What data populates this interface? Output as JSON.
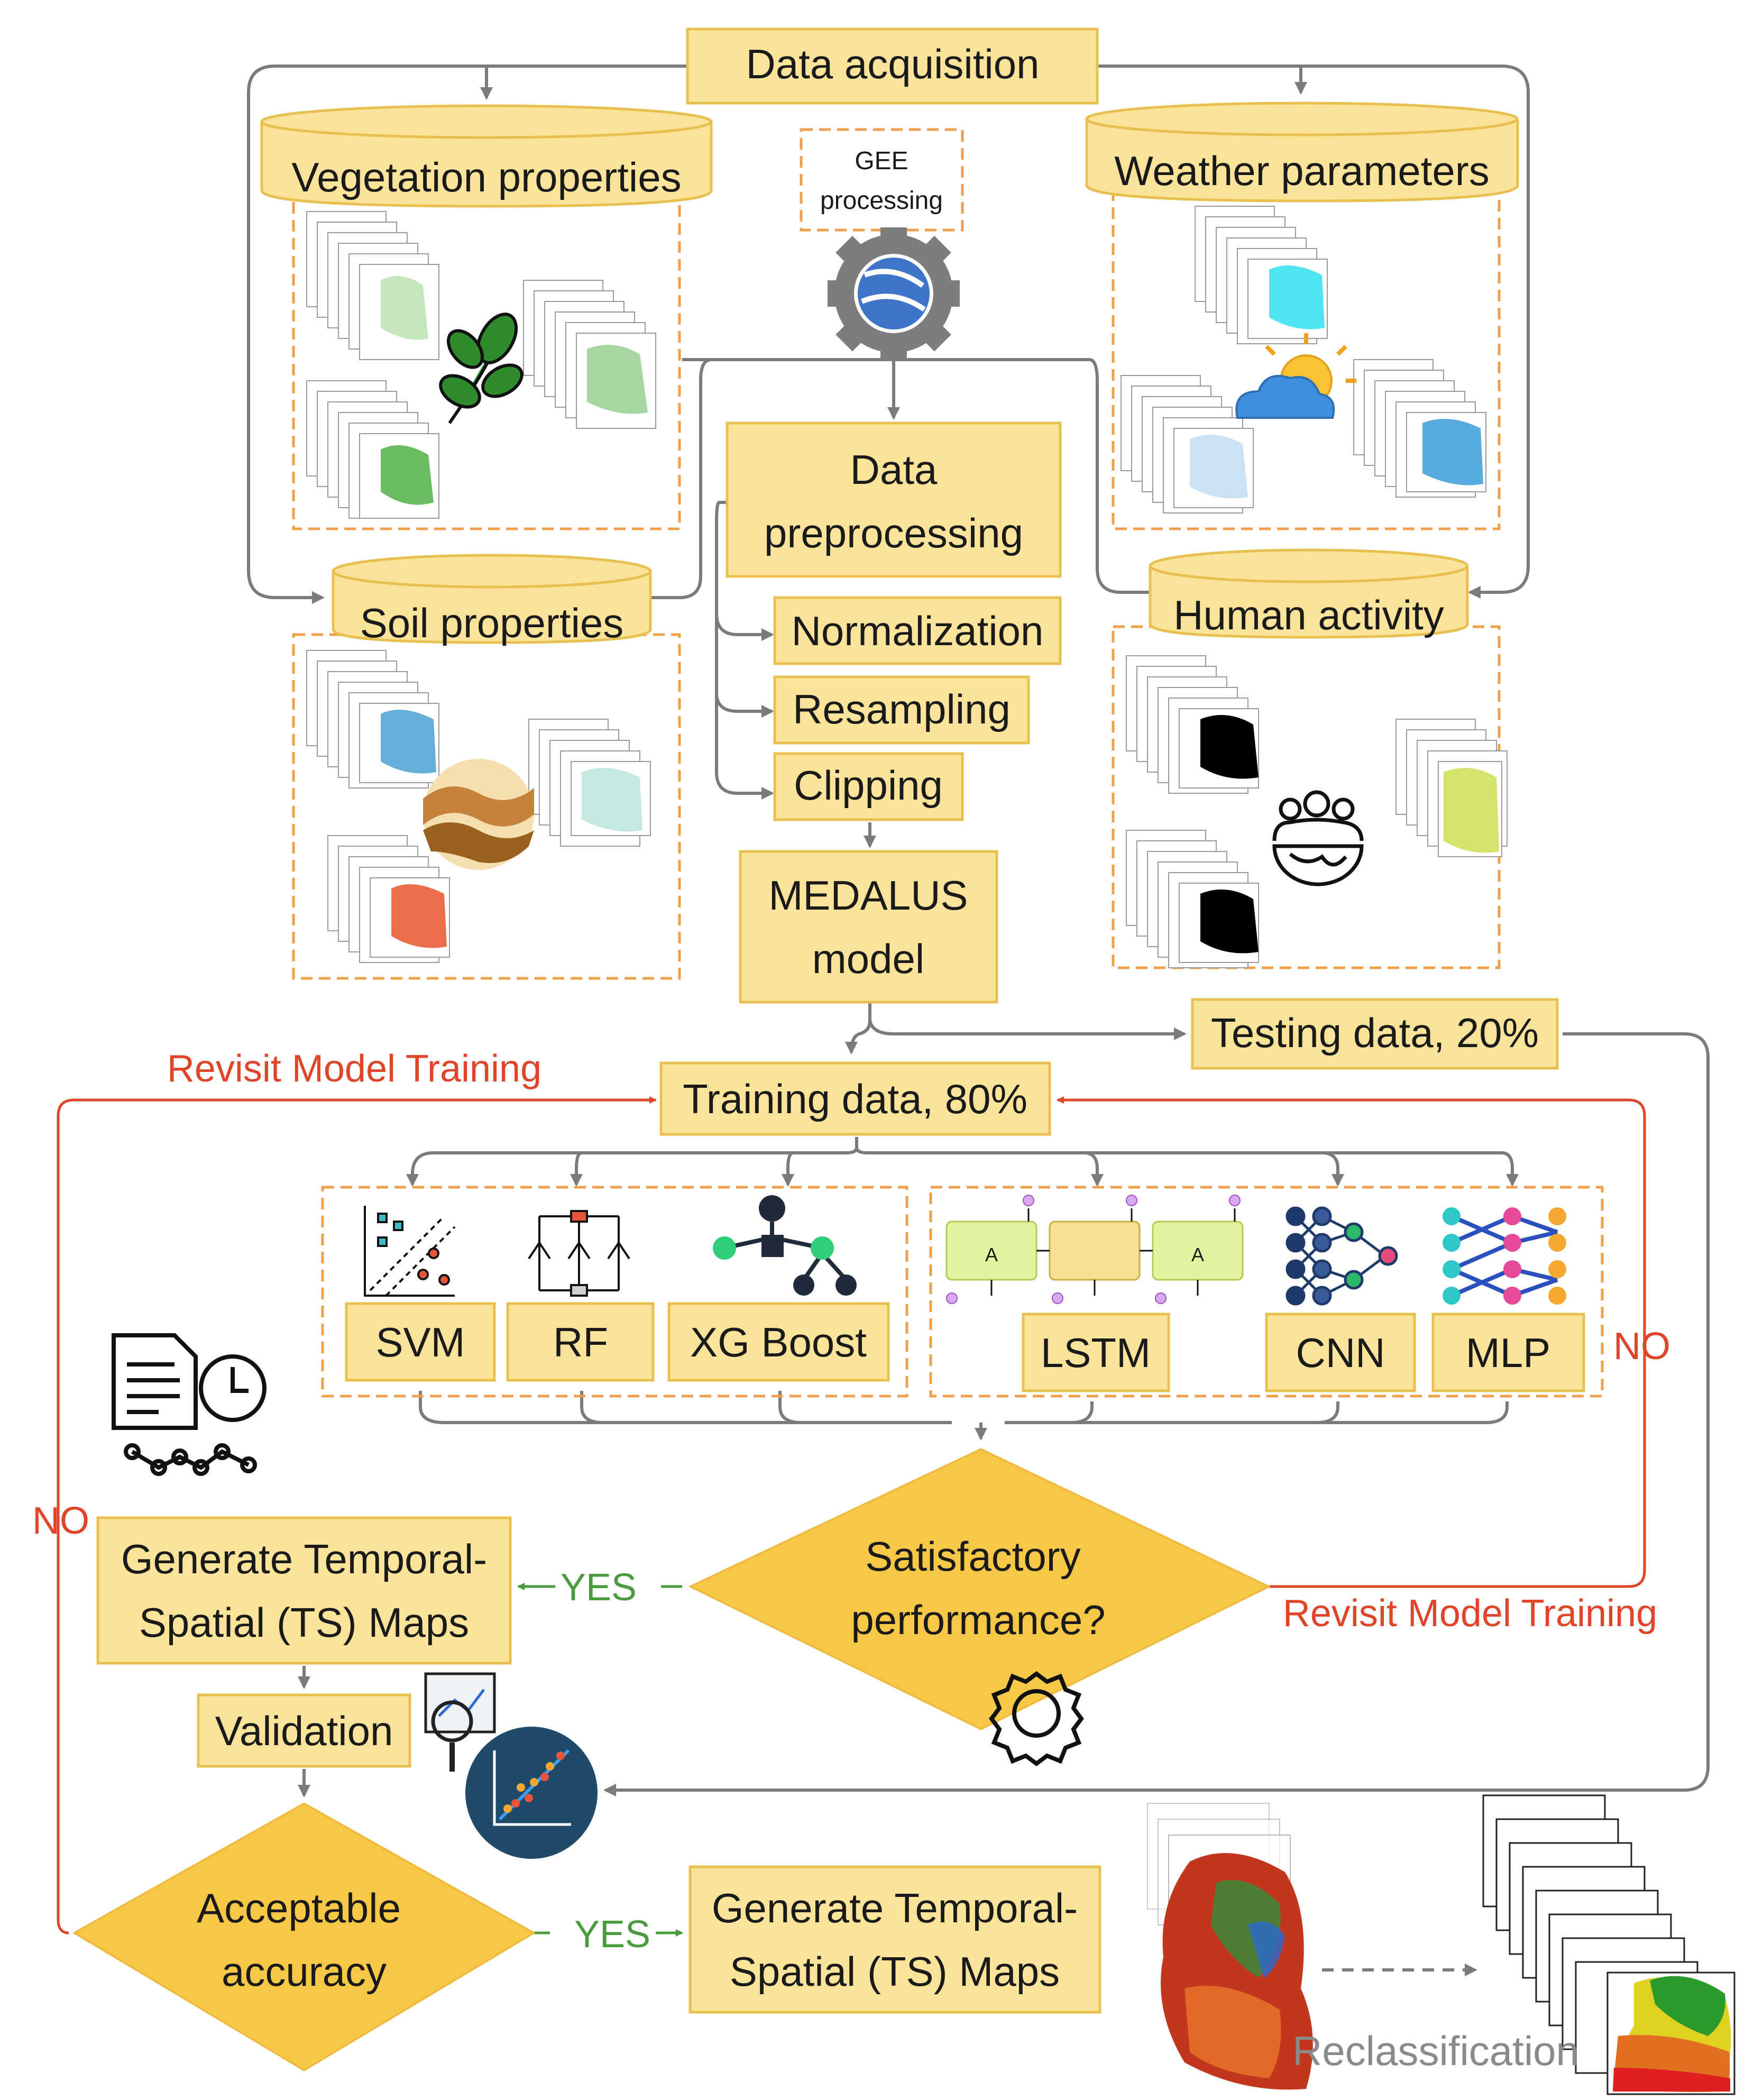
{
  "flow": {
    "data_acquisition": "Data acquisition",
    "vegetation": "Vegetation properties",
    "weather": "Weather parameters",
    "soil": "Soil properties",
    "human": "Human activity",
    "gee_line1": "GEE",
    "gee_line2": "processing",
    "preprocess_line1": "Data",
    "preprocess_line2": "preprocessing",
    "normalization": "Normalization",
    "resampling": "Resampling",
    "clipping": "Clipping",
    "medalus_line1": "MEDALUS",
    "medalus_line2": "model",
    "testing": "Testing data, 20%",
    "training": "Training data, 80%",
    "revisit_top": "Revisit Model Training",
    "revisit_bottom": "Revisit Model Training",
    "no_right": "NO",
    "no_left": "NO",
    "models": [
      "SVM",
      "RF",
      "XG Boost",
      "LSTM",
      "CNN",
      "MLP"
    ],
    "satisfactory_line1": "Satisfactory",
    "satisfactory_line2": "performance?",
    "yes1": "YES",
    "generate1_line1": "Generate Temporal-",
    "generate1_line2": "Spatial (TS) Maps",
    "validation": "Validation",
    "acceptable_line1": "Acceptable",
    "acceptable_line2": "accuracy",
    "yes2": "YES",
    "generate2_line1": "Generate Temporal-",
    "generate2_line2": "Spatial (TS) Maps",
    "reclassification": "Reclassification",
    "lstm_cell_label": "A"
  },
  "colors": {
    "box_fill": "#fbe39a",
    "box_stroke": "#e7c050",
    "diamond": "#f7c746",
    "arrow": "#7b7b7b",
    "red": "#e0452a",
    "green": "#4a9a3e",
    "dash": "#f0a04b"
  }
}
